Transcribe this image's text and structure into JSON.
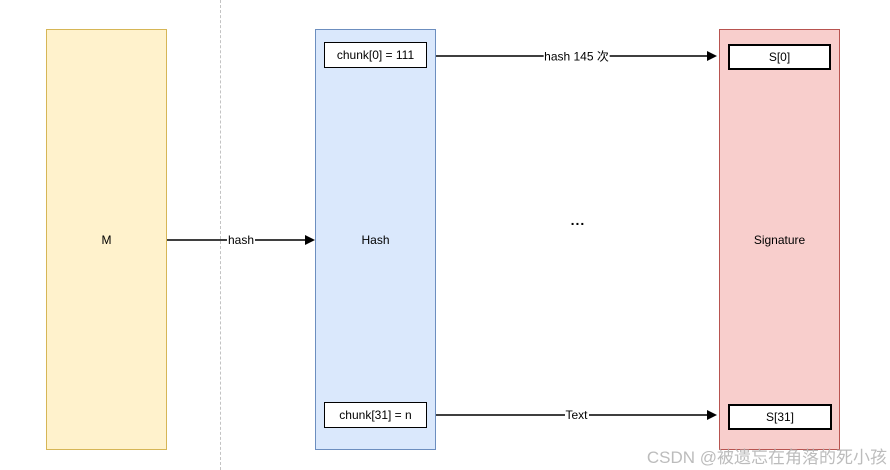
{
  "diagram": {
    "boxes": {
      "message": {
        "label": "M",
        "fill": "#FFF2CC",
        "border": "#D6B656"
      },
      "hash": {
        "label": "Hash",
        "fill": "#DAE8FC",
        "border": "#6C8EBF"
      },
      "signature": {
        "label": "Signature",
        "fill": "#F8CECC",
        "border": "#B85450"
      }
    },
    "inner_boxes": {
      "chunk0": {
        "label": "chunk[0] = 111"
      },
      "chunk31": {
        "label": "chunk[31] = n"
      },
      "s0": {
        "label": "S[0]"
      },
      "s31": {
        "label": "S[31]"
      }
    },
    "arrows": {
      "m_to_hash": {
        "label": "hash"
      },
      "chunk0_to_s0": {
        "label": "hash 145 次"
      },
      "chunk31_to_s31": {
        "label": "Text"
      }
    },
    "ellipsis": "...",
    "watermark": "CSDN @被遗忘在角落的死小孩",
    "colors": {
      "arrow": "#000000",
      "dashed_line": "#c3c3c3",
      "watermark_gray": "#b0b0b0"
    }
  }
}
